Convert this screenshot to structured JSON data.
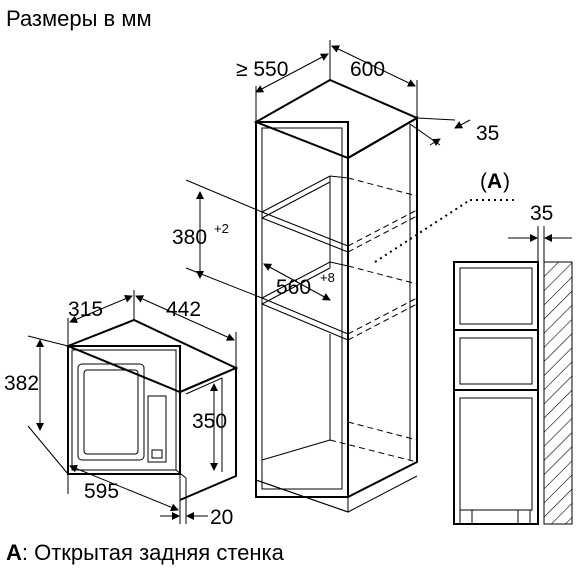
{
  "title": "Размеры в мм",
  "dimensions": {
    "cabinet_depth": "≥ 550",
    "cabinet_width": "600",
    "back_gap": "35",
    "niche_height": "380",
    "niche_height_tol": "+2",
    "niche_width": "560",
    "niche_width_tol": "+8",
    "mw_depth": "315",
    "mw_body_depth": "442",
    "mw_height": "382",
    "mw_body_height": "350",
    "mw_width": "595",
    "mw_frame": "20",
    "side_gap": "35"
  },
  "callout": {
    "open_paren": "(",
    "letter": "A",
    "close_paren": ")"
  },
  "footer": {
    "letter": "A",
    "text": ": Открытая задняя стенка"
  }
}
